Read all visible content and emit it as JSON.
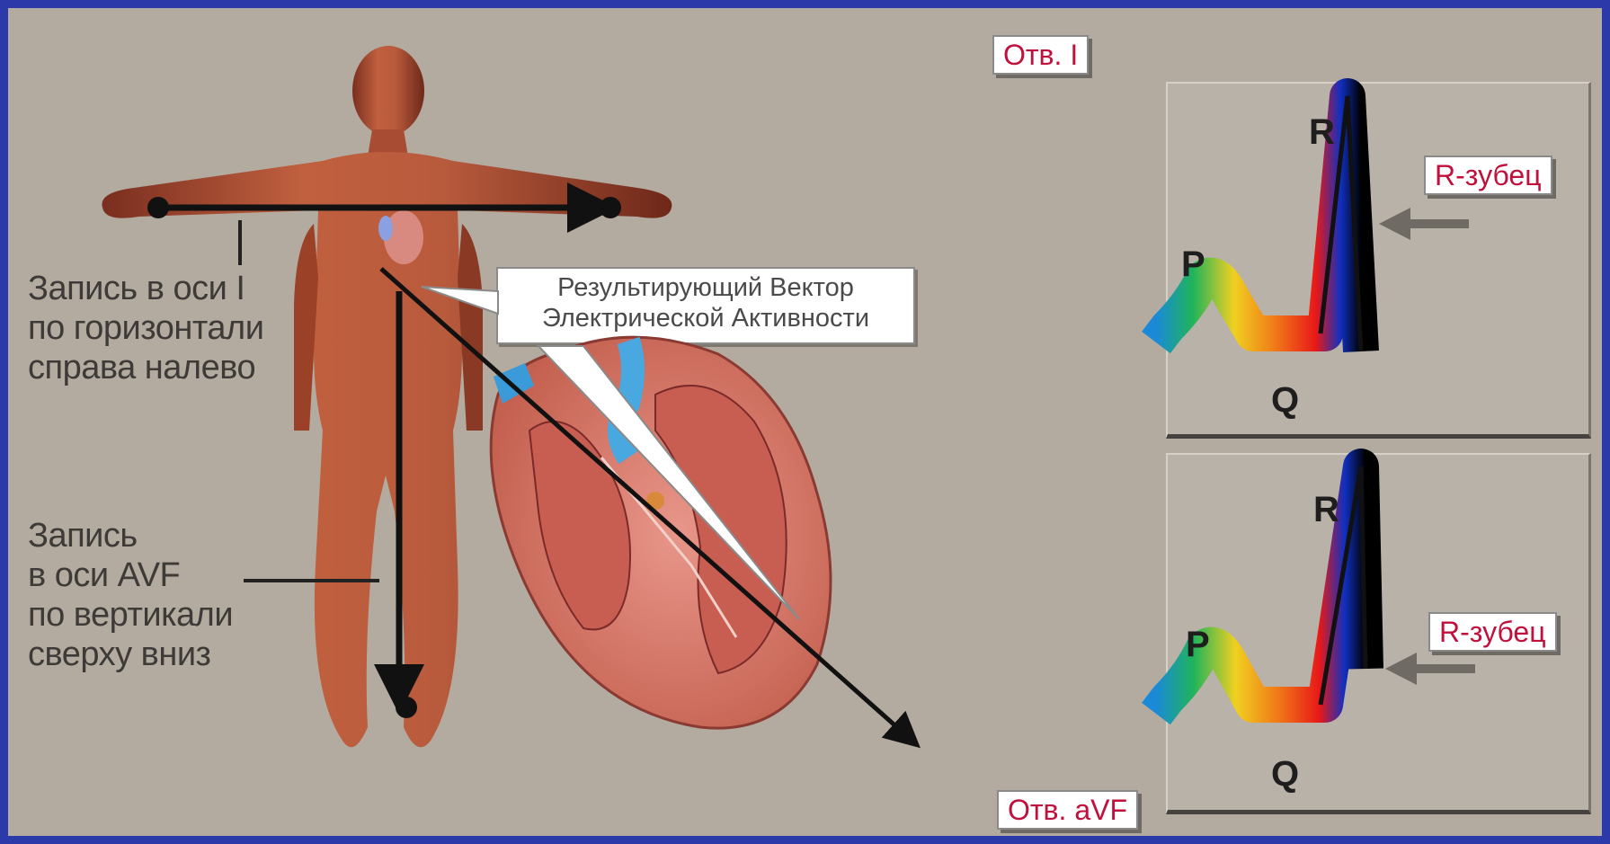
{
  "annotations": {
    "axis_i": [
      "Запись в оси I",
      "по горизонтали",
      "справа налево"
    ],
    "axis_avf": [
      "Запись",
      "в оси AVF",
      "по вертикали",
      "сверху вниз"
    ],
    "vector_callout": [
      "Результирующий Вектор",
      "Электрической Активности"
    ]
  },
  "leads": {
    "lead_i": {
      "title": "Отв. I",
      "wave_labels": {
        "p": "P",
        "q": "Q",
        "r": "R"
      },
      "r_wave_tag": "R-зубец"
    },
    "lead_avf": {
      "title": "Отв. aVF",
      "wave_labels": {
        "p": "P",
        "q": "Q",
        "r": "R"
      },
      "r_wave_tag": "R-зубец"
    }
  },
  "colors": {
    "frame_border": "#2b3aa8",
    "background": "#b3ab9f",
    "tag_text": "#c0103c",
    "body": "#b4553a",
    "heart": "#d9786a"
  }
}
